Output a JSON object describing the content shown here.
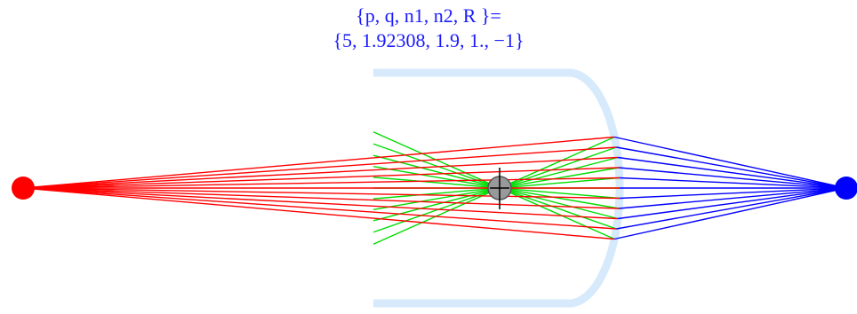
{
  "title": {
    "line1": "{p, q, n1, n2, R }=",
    "line2": "{5, 1.92308, 1.9, 1., −1}"
  },
  "colors": {
    "title_text": "#1a1aff",
    "incident_rays": "#ff0000",
    "refracted_rays": "#0000ff",
    "normal_lines": "#00dd00",
    "lens_outline": "#d6eafc",
    "object_point": "#ff0000",
    "image_point": "#0000ff",
    "center_marker": "#999999"
  },
  "parameters": {
    "p": 5,
    "q": 1.92308,
    "n1": 1.9,
    "n2": 1.0,
    "R": -1
  }
}
